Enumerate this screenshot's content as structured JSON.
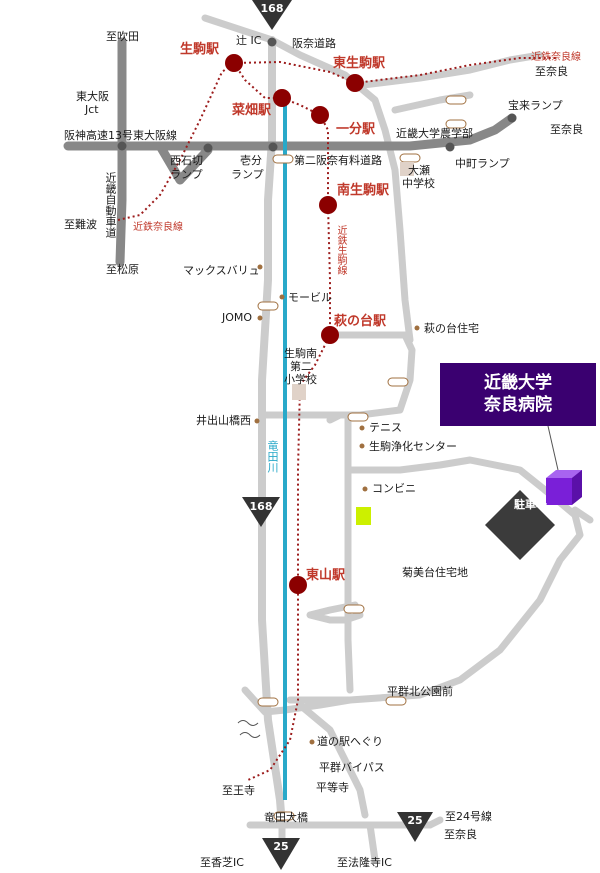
{
  "colors": {
    "station": "#8b0000",
    "station_label": "#c0392b",
    "rail_line": "#9c1c1c",
    "river": "#29a9c9",
    "road": "#cccccc",
    "expressway": "#888888",
    "hospital": "#3a0070",
    "hospital_cube": "#7a1fd8",
    "parking": "#3b3b3b",
    "shield": "#333333",
    "school": "#e0d2c8",
    "conbini": "#ccf000",
    "poi_dot": "#a07040"
  },
  "hospital": {
    "line1": "近畿大学",
    "line2": "奈良病院",
    "icon": "building-cube-icon"
  },
  "parking": "駐車場",
  "shields": {
    "r168_top": "168",
    "r168_mid": "168",
    "r25_bottom": "25",
    "r25_right": "25"
  },
  "stations": {
    "ikoma": "生駒駅",
    "higashi_ikoma": "東生駒駅",
    "nabatake": "菜畑駅",
    "ichibu": "一分駅",
    "minami_ikoma": "南生駒駅",
    "haginodai": "萩の台駅",
    "higashiyama": "東山駅"
  },
  "rail_labels": {
    "kintetsu_nara_tr": "近鉄奈良線",
    "kintetsu_nara_left": "近鉄奈良線",
    "kintetsu_ikoma": "近鉄生駒線"
  },
  "places": {
    "to_suita": "至吹田",
    "higashiosaka_jct": "東大阪",
    "jct": "Jct",
    "hanshin_expwy": "阪神高速13号東大阪線",
    "nishi_ishikiri": "西石切",
    "ramp1": "ランプ",
    "ikoma_ramp": "壱分",
    "ramp2": "ランプ",
    "tsuji_ic": "辻 IC",
    "hanna_road": "阪奈道路",
    "to_nara1": "至奈良",
    "horai_ramp": "宝来ランプ",
    "to_nara2": "至奈良",
    "kindai_agri": "近畿大学農学部",
    "nakamachi_ramp": "中町ランプ",
    "dai2_hanna": "第二阪奈有料道路",
    "ose_jhs1": "大瀬",
    "ose_jhs2": "中学校",
    "to_namba": "至難波",
    "kinki_expwy": "近畿自動車道",
    "to_matsubara": "至松原",
    "maxvalu": "マックスバリュ",
    "mobil": "モービル",
    "jomo": "JOMO",
    "haginodai_housing": "萩の台住宅",
    "ikoma_minami2": "生駒南",
    "daini": "第二",
    "elem": "小学校",
    "ideyama": "井出山橋西",
    "tatsuta_river": "竜田川",
    "tennis": "テニス",
    "ikoma_center": "生駒浄化センター",
    "conbini": "コンビニ",
    "kikumidai": "菊美台住宅地",
    "heguri_park": "平群北公園前",
    "michinoeki": "道の駅へぐり",
    "heguri_bypass": "平群バイパス",
    "byodoji": "平等寺",
    "to_oji": "至王寺",
    "tatsuta_bridge": "竜田大橋",
    "to_r24": "至24号線",
    "to_nara3": "至奈良",
    "to_kashiba": "至香芝IC",
    "to_horyuji": "至法隆寺IC"
  }
}
